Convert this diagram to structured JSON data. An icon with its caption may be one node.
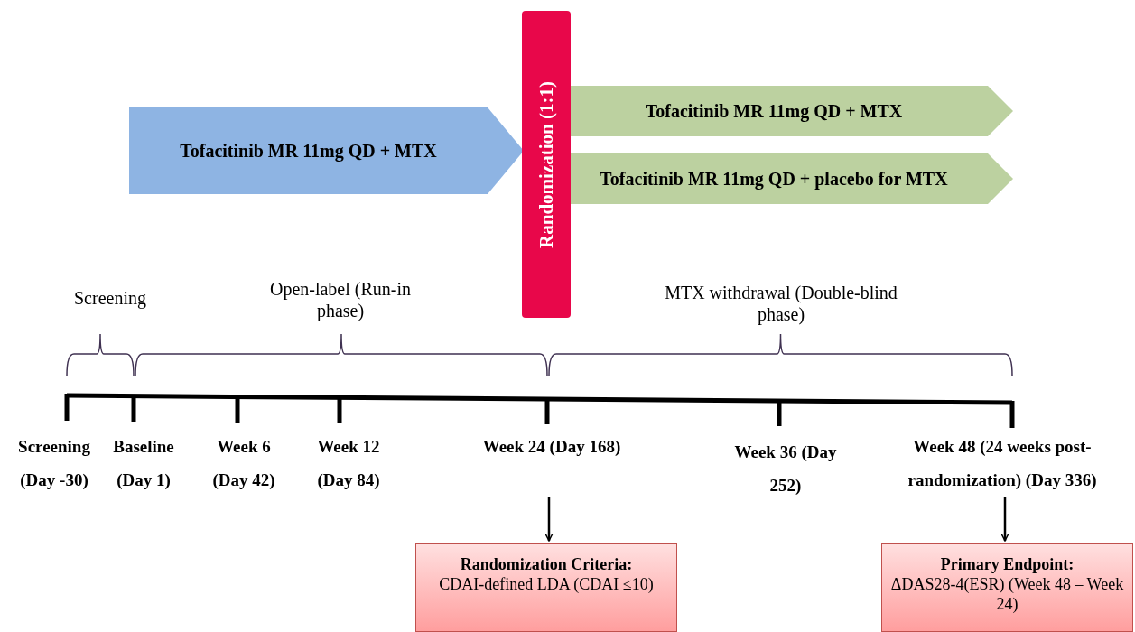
{
  "diagram": {
    "nodes": [
      {
        "text": [
          "Tofacitinib MR 11mg QD + MTX"
        ]
      },
      {
        "text": [
          "Randomization (1:1)"
        ]
      },
      {
        "text": [
          "Tofacitinib MR 11mg QD + MTX"
        ]
      },
      {
        "text": [
          "Tofacitinib MR 11mg QD + placebo for MTX"
        ]
      },
      {
        "text": [
          "Week 24 (Day 168)"
        ]
      },
      {
        "text": [
          "Week 48 (24 weeks post-randomization) (Day 336)"
        ]
      },
      {
        "text": [
          "**Randomization Criteria**:",
          "CDAI-defined LDA (CDAI ≤10)"
        ]
      },
      {
        "text": [
          "Primary Endpoint:",
          "ΔDAS28-4(ESR) (Week 48 – Week 24)"
        ]
      }
    ],
    "edges": [
      {
        "from": 4,
        "to": 6,
        "arrow": "to"
      },
      {
        "from": 5,
        "to": 7,
        "arrow": "to"
      }
    ],
    "labels": [
      "Screening",
      "Open-label (Run-in phase)",
      "MTX withdrawal (Double-blind phase)",
      "Screening (Day -30)",
      "Baseline (Day 1)",
      "Week 6 (Day 42)",
      "Week 12 (Day 84)",
      "Week 36 (Day 252)"
    ]
  }
}
